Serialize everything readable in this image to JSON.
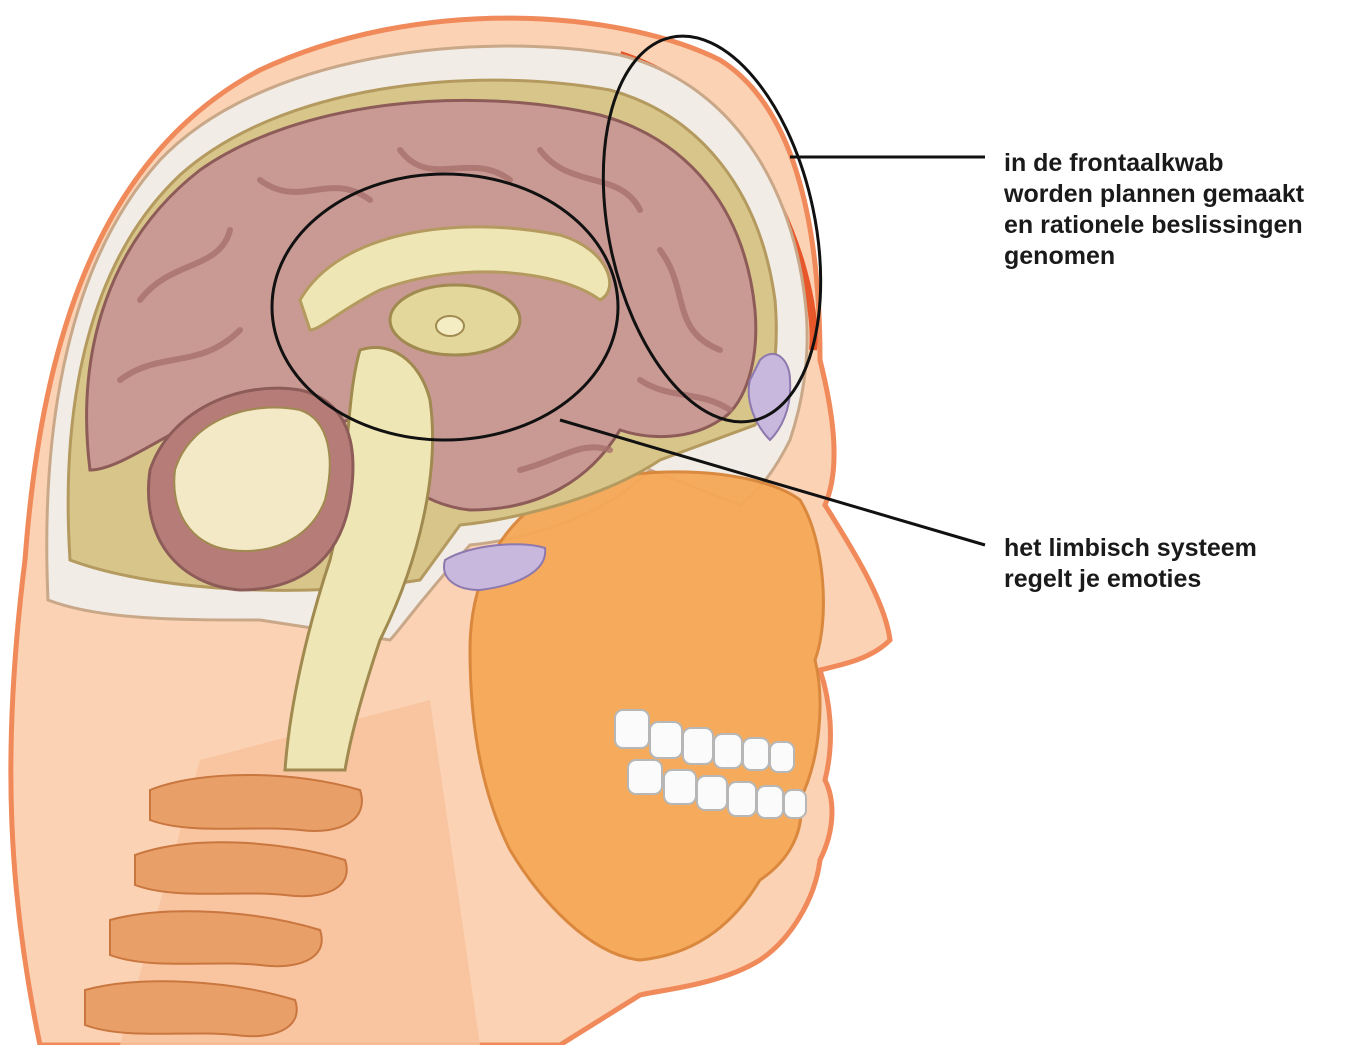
{
  "labels": {
    "frontal_lobe": {
      "lines": [
        "in de frontaalkwab",
        "worden plannen gemaakt",
        "en rationele beslissingen",
        "genomen"
      ]
    },
    "limbic_system": {
      "lines": [
        "het limbisch systeem",
        "regelt je emoties"
      ]
    }
  },
  "colors": {
    "skin": "#f9c9a8",
    "skin_outline": "#f08a5a",
    "skull_bone": "#f7b36a",
    "brain": "#c99a94",
    "brain_dark": "#a8706c",
    "callosum": "#efe6b5",
    "cerebellum_core": "#f3e9c6",
    "ventricle": "#c9b8de",
    "scalp_red": "#e8572a",
    "outline_line": "#111111"
  }
}
